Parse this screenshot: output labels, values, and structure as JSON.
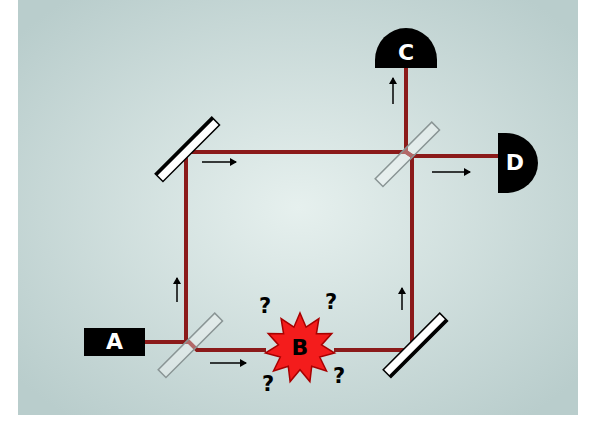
{
  "diagram": {
    "nodes": [
      {
        "text": [
          "A"
        ]
      },
      {
        "text": [
          "B"
        ]
      },
      {
        "text": [
          "C"
        ]
      },
      {
        "text": [
          "D"
        ]
      }
    ],
    "edges": [
      {
        "from": 0,
        "to": 1,
        "arrow": "none"
      },
      {
        "from": 1,
        "to": 2,
        "arrow": "none"
      },
      {
        "from": 1,
        "to": 3,
        "arrow": "none"
      },
      {
        "from": 0,
        "to": 2,
        "arrow": "none"
      },
      {
        "from": 0,
        "to": 3,
        "arrow": "none"
      }
    ],
    "labels": [
      "?",
      "?",
      "?",
      "?"
    ]
  }
}
